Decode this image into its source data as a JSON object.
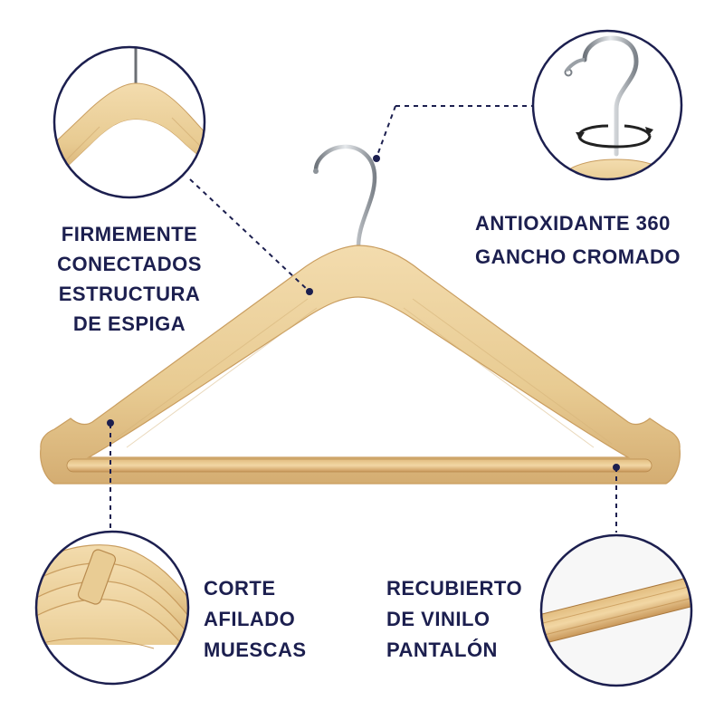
{
  "callouts": {
    "structure": {
      "lines": [
        "FIRMEMENTE",
        "CONECTADOS",
        "ESTRUCTURA",
        "DE ESPIGA"
      ],
      "icon": "hanger-shoulder-closeup"
    },
    "hook": {
      "lines": [
        "ANTIOXIDANTE 360",
        "GANCHO CROMADO"
      ],
      "icon": "rotating-chrome-hook"
    },
    "notches": {
      "lines": [
        "CORTE",
        "AFILADO",
        "MUESCAS"
      ],
      "icon": "stacked-hangers-notch"
    },
    "bar": {
      "lines": [
        "RECUBIERTO",
        "DE VINILO",
        "PANTALÓN"
      ],
      "icon": "trouser-bar-closeup"
    }
  },
  "colors": {
    "text": "#1c1f4f",
    "circle_border": "#1c1f4f",
    "wood_light": "#f1d9a8",
    "wood_mid": "#e4c48a",
    "wood_dark": "#c89a5c",
    "chrome": "#9aa0a6"
  }
}
